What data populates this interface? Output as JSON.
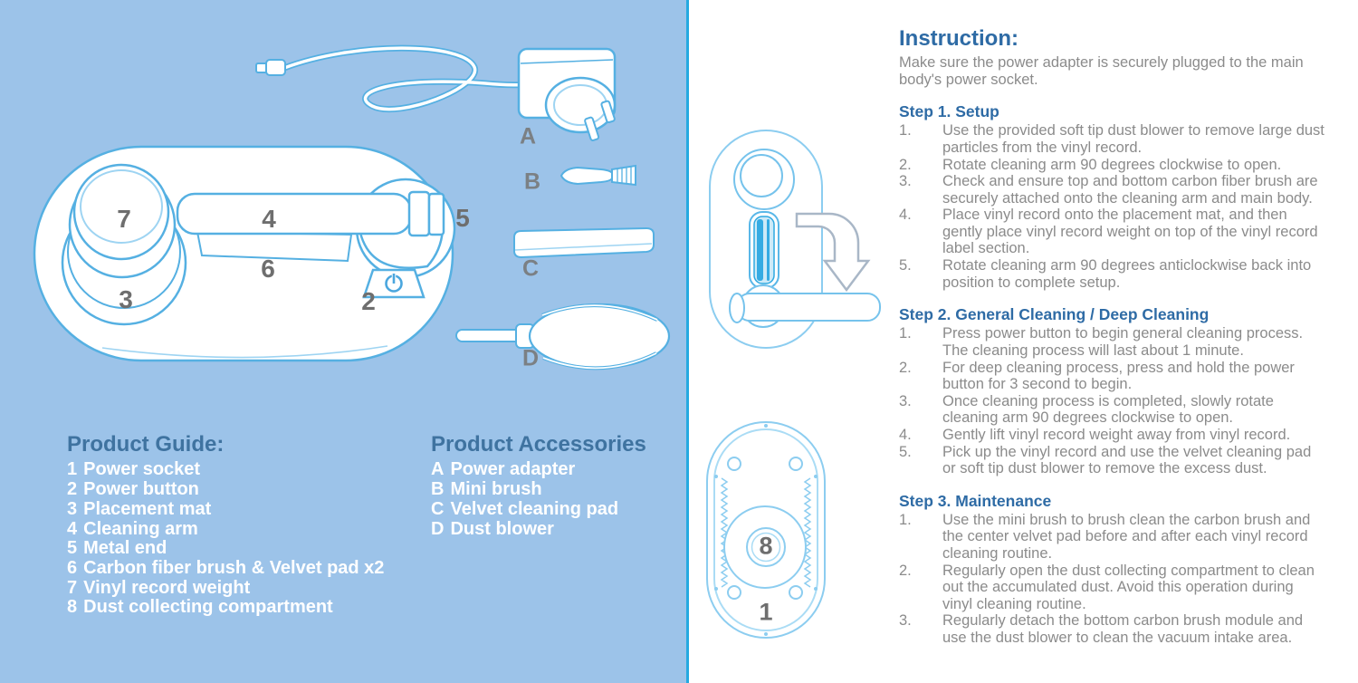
{
  "colors": {
    "panel_background": "#9cc3e9",
    "divider_cyan": "#25a9e0",
    "line_art_blue": "#55b0e2",
    "line_art_light_blue": "#8ccdf0",
    "highlight_blue": "#35abe3",
    "heading_steel_blue": "#3f73a0",
    "instruction_heading_blue": "#2e6ba5",
    "body_text_gray": "#8b8b8b",
    "diagram_number_gray": "#6e6e6e",
    "list_text_white": "#ffffff"
  },
  "icons": {
    "power_button": "power-icon"
  },
  "left_panel": {
    "product_guide": {
      "title": "Product Guide:",
      "items": [
        {
          "num": "1",
          "label": "Power socket"
        },
        {
          "num": "2",
          "label": "Power button"
        },
        {
          "num": "3",
          "label": "Placement mat"
        },
        {
          "num": "4",
          "label": "Cleaning arm"
        },
        {
          "num": "5",
          "label": "Metal end"
        },
        {
          "num": "6",
          "label": "Carbon fiber brush & Velvet pad x2"
        },
        {
          "num": "7",
          "label": "Vinyl record weight"
        },
        {
          "num": "8",
          "label": "Dust collecting compartment"
        }
      ]
    },
    "product_accessories": {
      "title": "Product Accessories",
      "items": [
        {
          "num": "A",
          "label": "Power adapter"
        },
        {
          "num": "B",
          "label": "Mini brush"
        },
        {
          "num": "C",
          "label": "Velvet cleaning pad"
        },
        {
          "num": "D",
          "label": "Dust blower"
        }
      ]
    },
    "main_view_labels": {
      "vinyl_record_weight": "7",
      "cleaning_arm": "4",
      "metal_end": "5",
      "carbon_fiber_brush": "6",
      "placement_mat": "3",
      "power_button": "2"
    },
    "accessory_labels": {
      "power_adapter": "A",
      "mini_brush": "B",
      "velvet_cleaning_pad": "C",
      "dust_blower": "D"
    }
  },
  "right_panel": {
    "bottom_view_labels": {
      "dust_collecting_compartment": "8",
      "power_socket": "1"
    },
    "instructions": {
      "title": "Instruction:",
      "intro": "Make sure the power adapter is securely plugged to the main body's power socket.",
      "steps": [
        {
          "heading": "Step 1. Setup",
          "items": [
            {
              "num": "1.",
              "text": "Use the provided soft tip dust blower to remove large dust particles from the vinyl record."
            },
            {
              "num": "2.",
              "text": "Rotate cleaning arm 90 degrees clockwise to open."
            },
            {
              "num": "3.",
              "text": "Check and ensure top and bottom carbon fiber brush are securely attached onto the cleaning arm and main body."
            },
            {
              "num": "4.",
              "text": "Place vinyl record onto the placement mat, and then gently place vinyl record weight on top of the vinyl record label section."
            },
            {
              "num": "5.",
              "text": "Rotate cleaning arm 90 degrees anticlockwise back into position to complete setup."
            }
          ]
        },
        {
          "heading": "Step 2. General Cleaning / Deep Cleaning",
          "items": [
            {
              "num": "1.",
              "text": "Press power button to begin general cleaning process. The cleaning process will last about 1 minute."
            },
            {
              "num": "2.",
              "text": "For deep cleaning process, press and hold the power button for 3 second to begin."
            },
            {
              "num": "3.",
              "text": "Once cleaning process is completed, slowly rotate cleaning arm 90 degrees clockwise to open."
            },
            {
              "num": "4.",
              "text": "Gently lift vinyl record weight away from vinyl record."
            },
            {
              "num": "5.",
              "text": "Pick up the vinyl record and use the velvet cleaning pad or soft tip dust blower to remove the excess dust."
            }
          ]
        },
        {
          "heading": "Step 3. Maintenance",
          "items": [
            {
              "num": "1.",
              "text": "Use the mini brush to brush clean the carbon brush and the center velvet pad before and after each vinyl record cleaning routine."
            },
            {
              "num": "2.",
              "text": "Regularly open the dust collecting compartment to clean out the accumulated dust. Avoid this operation during vinyl cleaning routine."
            },
            {
              "num": "3.",
              "text": "Regularly detach the bottom carbon brush module and use the dust blower to clean the vacuum intake area."
            }
          ]
        }
      ]
    }
  }
}
